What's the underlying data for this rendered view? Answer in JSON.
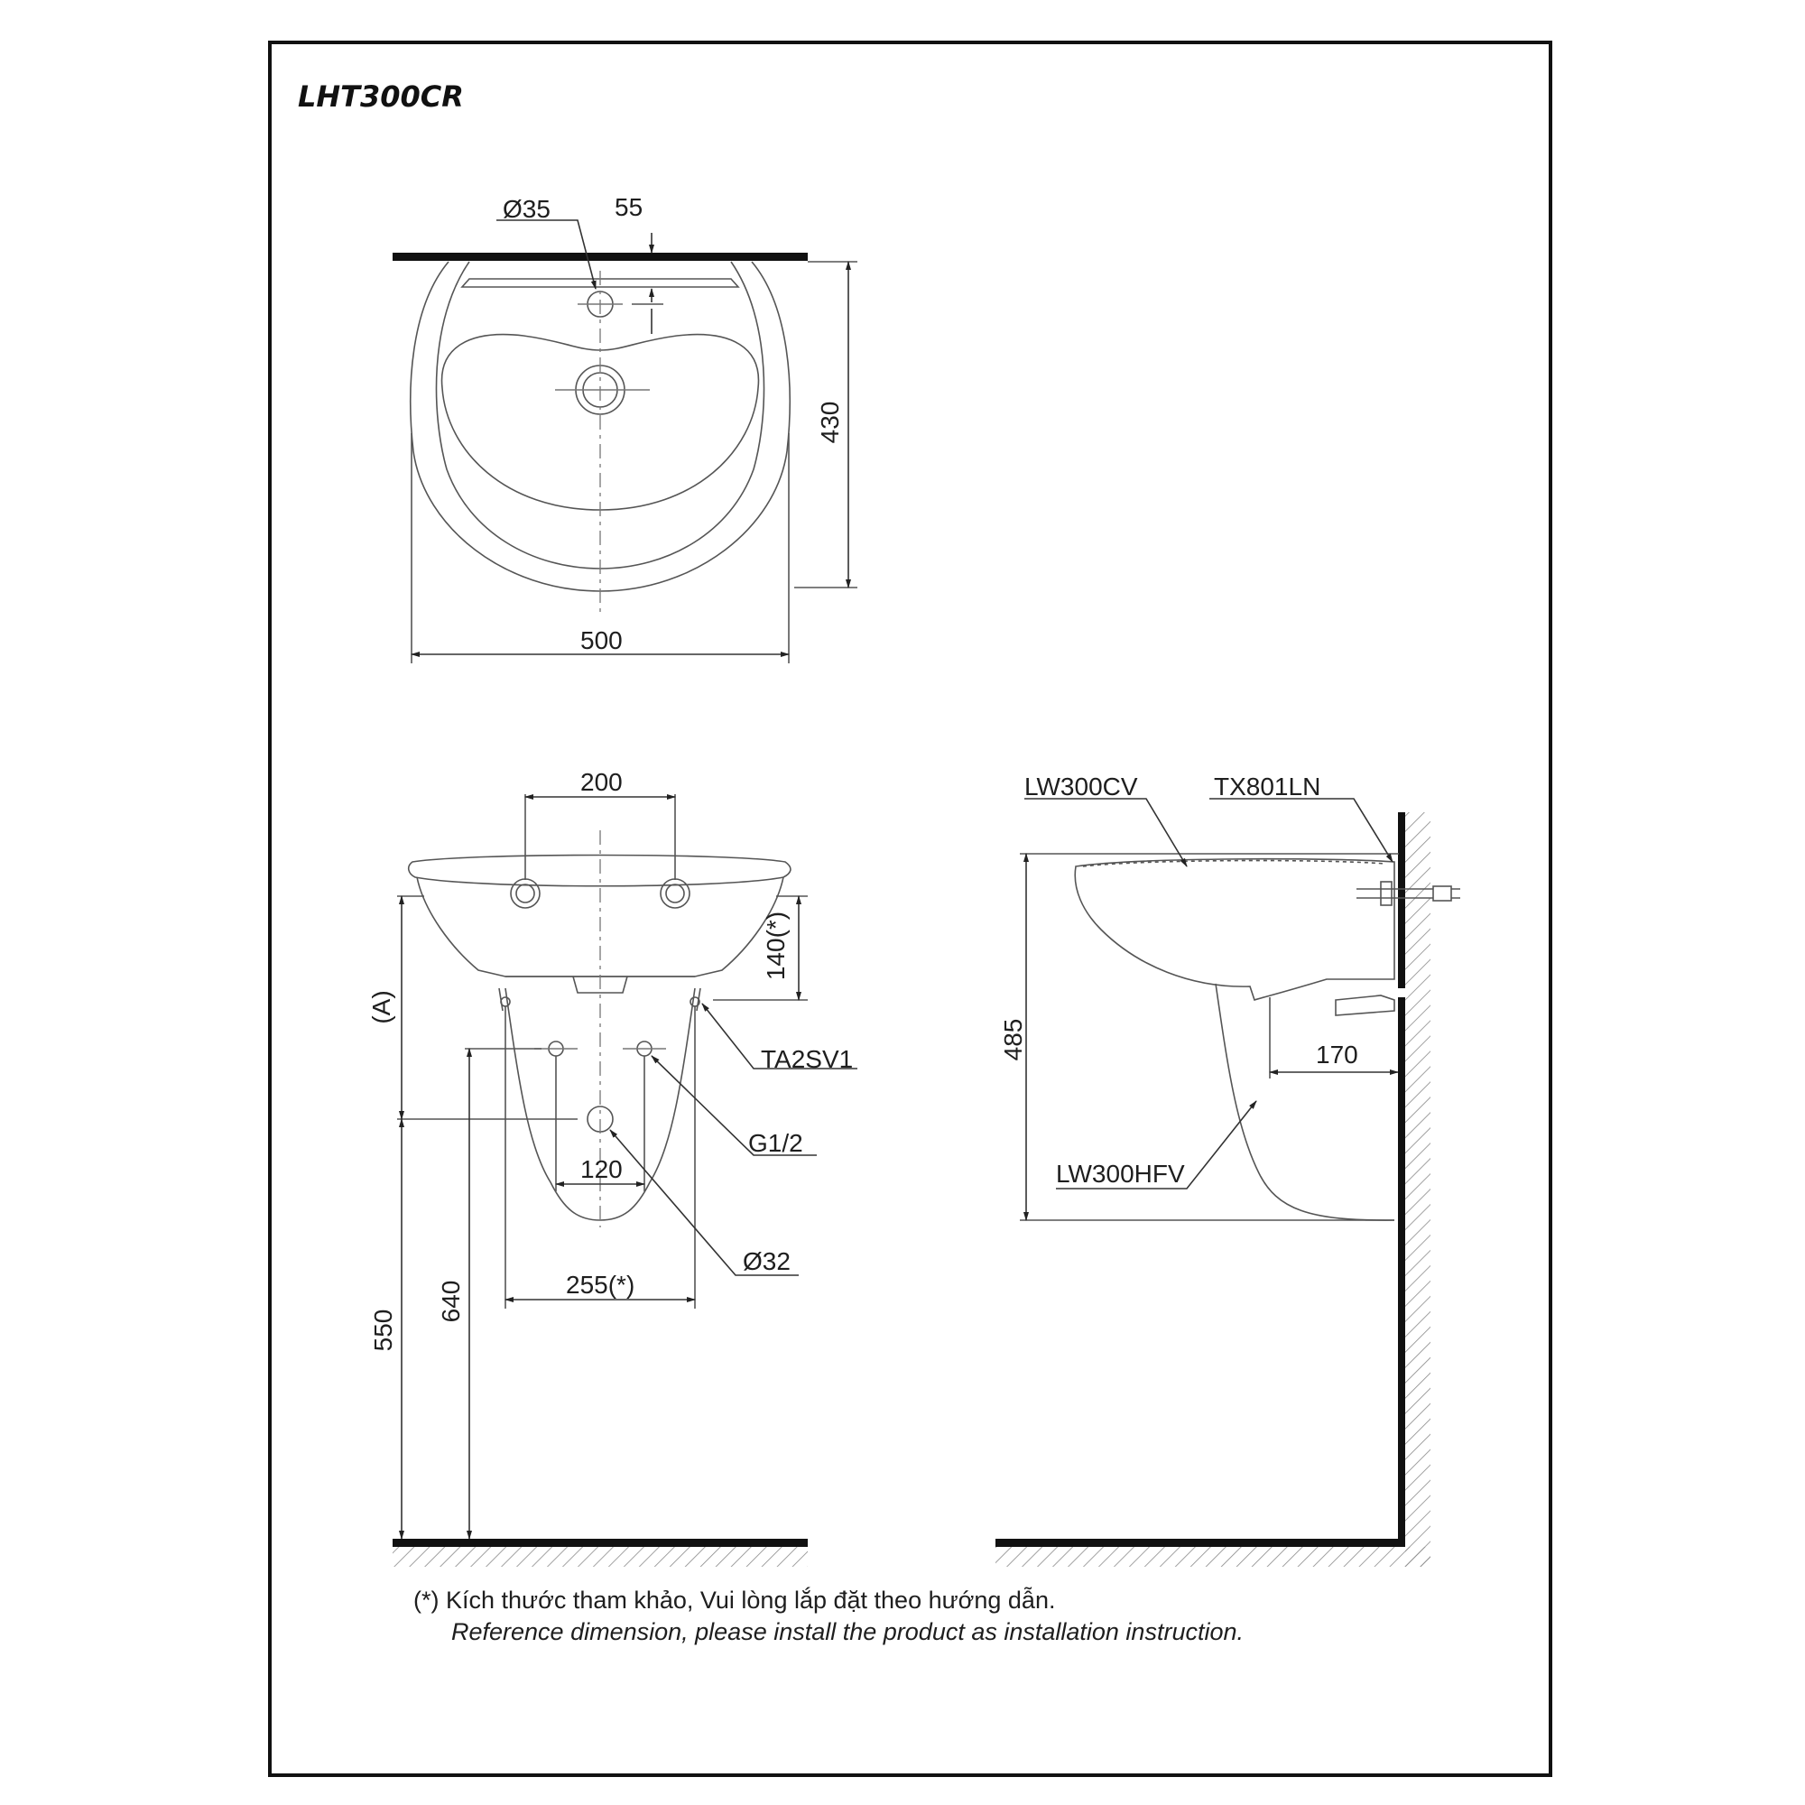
{
  "title": "LHT300CR",
  "top_view": {
    "hole_diameter": "Ø35",
    "hole_offset": "55",
    "depth": "430",
    "width": "500"
  },
  "front_view": {
    "hole_spacing": "200",
    "overflow_height": "140(*)",
    "mount_height_label": "(A)",
    "bolt_label": "TA2SV1",
    "supply_label": "G1/2",
    "supply_spacing": "120",
    "pedestal_width": "255(*)",
    "drain_diameter": "Ø32",
    "drain_height": "640",
    "rim_height": "550"
  },
  "side_view": {
    "basin_model": "LW300CV",
    "fitting_model": "TX801LN",
    "pedestal_model": "LW300HFV",
    "total_height": "485",
    "wall_offset": "170"
  },
  "notes": {
    "vi": "(*) Kích thước tham khảo, Vui lòng lắp đặt theo hướng dẫn.",
    "en": "Reference dimension, please install the product as installation instruction."
  }
}
